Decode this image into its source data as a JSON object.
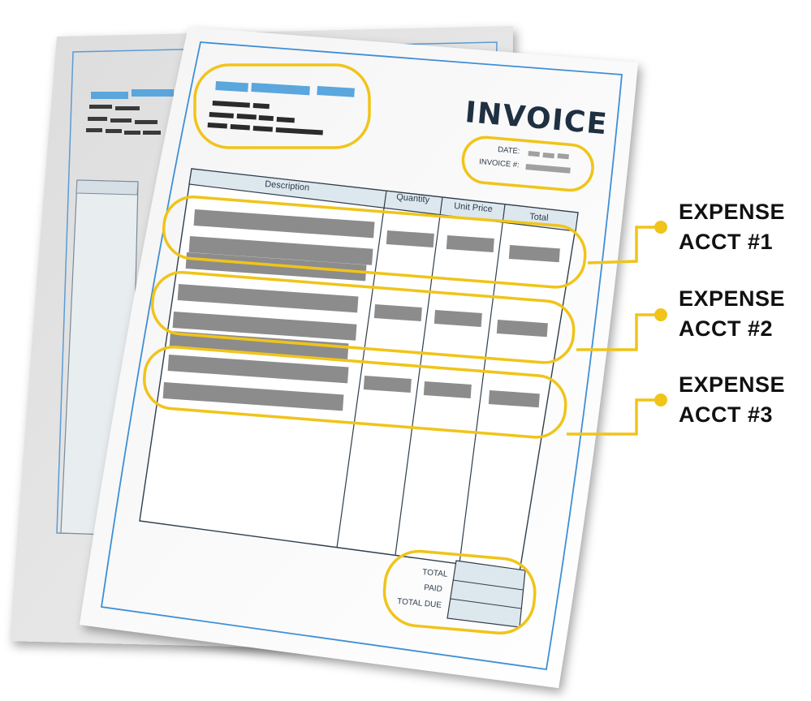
{
  "invoice": {
    "title": "INVOICE",
    "date_label": "DATE:",
    "invoice_number_label": "INVOICE #:",
    "columns": [
      "Description",
      "Quantity",
      "Unit Price",
      "Total"
    ],
    "totals": [
      "TOTAL",
      "PAID",
      "TOTAL DUE"
    ]
  },
  "callouts": [
    {
      "line1": "EXPENSE",
      "line2": "ACCT #1"
    },
    {
      "line1": "EXPENSE",
      "line2": "ACCT #2"
    },
    {
      "line1": "EXPENSE",
      "line2": "ACCT #3"
    }
  ],
  "colors": {
    "highlight": "#f0c419",
    "blue_border": "#3f8fd6",
    "blue_header": "#5aa6dd",
    "dark_text": "#1f3041",
    "placeholder_gray": "#8c8c8c",
    "table_fill": "#dde7ee"
  }
}
